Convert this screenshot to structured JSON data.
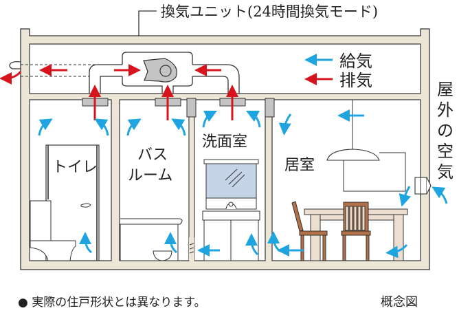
{
  "title": "換気ユニット(24時間換気モード)",
  "legend": {
    "supply": {
      "label": "給気",
      "color": "#1ea5e0"
    },
    "exhaust": {
      "label": "排気",
      "color": "#d7141e"
    }
  },
  "rooms": {
    "toilet": "トイレ",
    "bath_line1": "バス",
    "bath_line2": "ルーム",
    "washroom": "洗面室",
    "living": "居室"
  },
  "outside_air": [
    "屋",
    "外",
    "の",
    "空",
    "気"
  ],
  "footnote": "● 実際の住戸形状とは異なります。",
  "diagram_label": "概念図",
  "colors": {
    "wall": "#ece6d6",
    "line": "#333333",
    "duct_gray": "#c4c4c4",
    "mirror": "#c6d4e8",
    "wood": "#b3714a",
    "table": "#ecdfd2"
  }
}
